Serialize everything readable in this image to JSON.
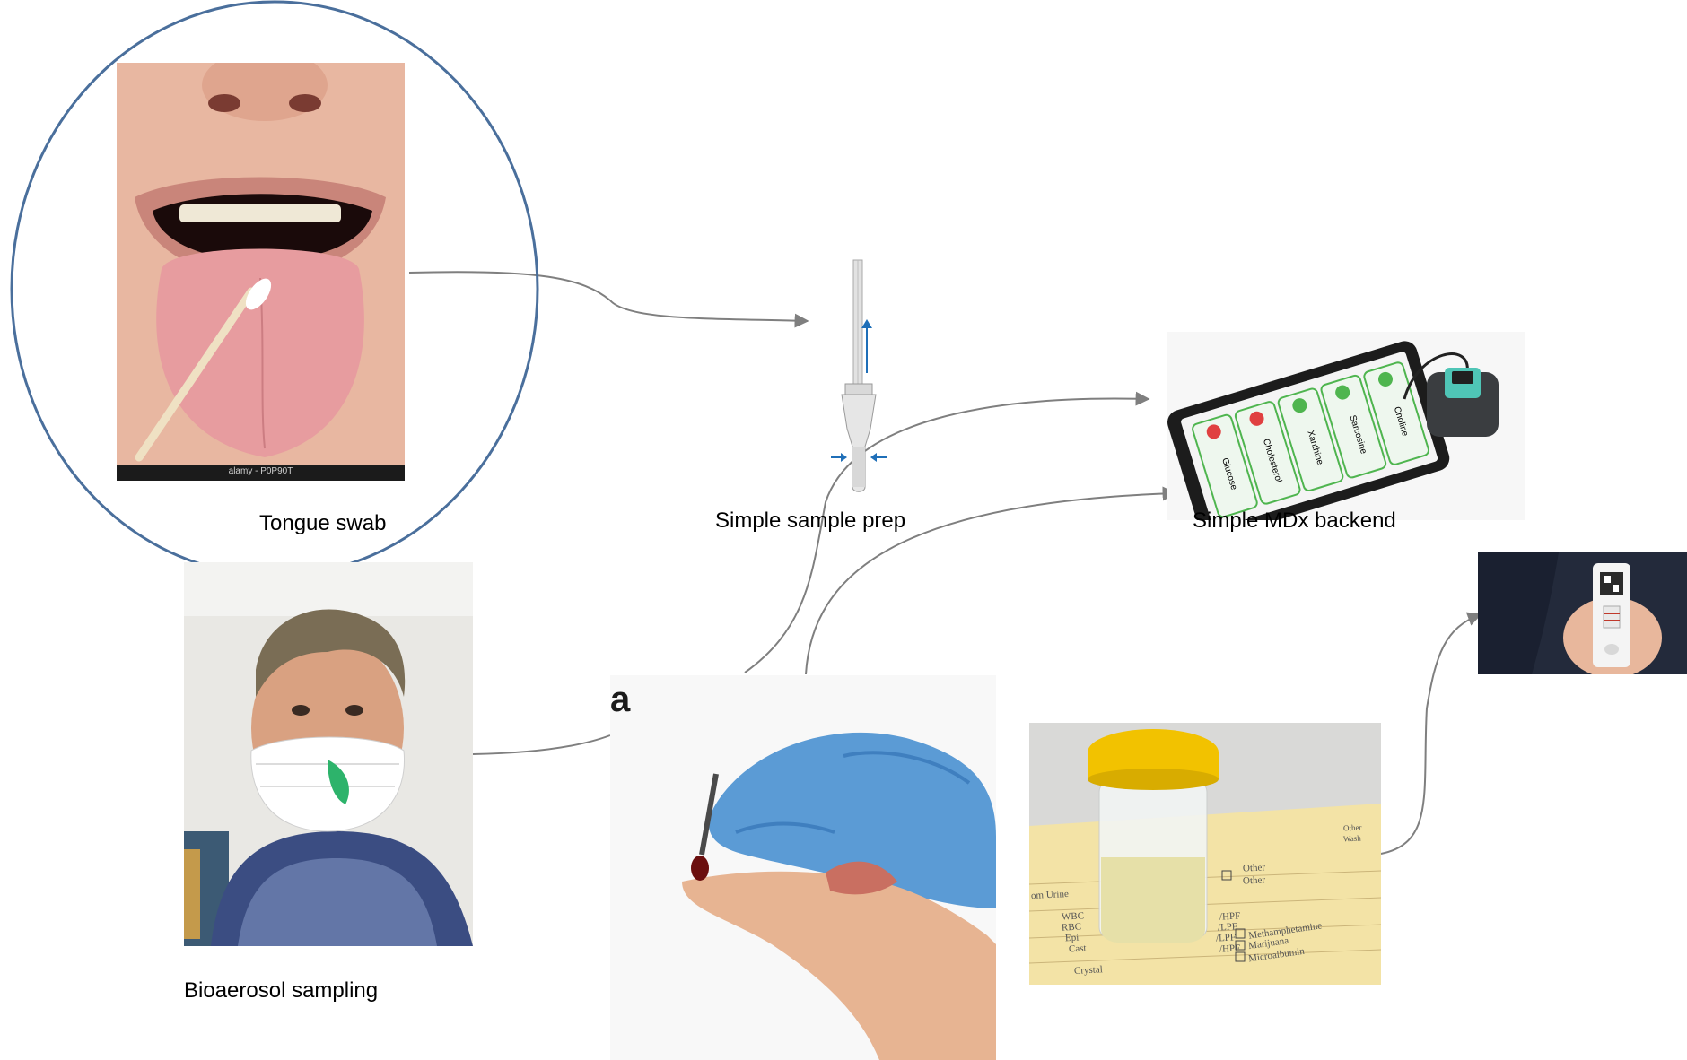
{
  "labels": {
    "tongue_swab": "Tongue swab",
    "sample_prep": "Simple sample prep",
    "mdx_backend": "Simple MDx backend",
    "bioaerosol": "Bioaerosol sampling",
    "panel_a": "a",
    "alamy": "alamy - P0P90T"
  },
  "tablet_tiles": [
    "Choline",
    "Sarcosine",
    "Xanthine",
    "Cholesterol",
    "Glucose"
  ],
  "urine_form": {
    "left_lines": [
      "om Urine",
      "WBC",
      "RBC",
      "Epi",
      "Cast",
      "Crystal"
    ],
    "right_lines": [
      "/HPF",
      "/LPF",
      "/LPF",
      "/HPF"
    ],
    "checkboxes": [
      "Other",
      "Other",
      "Methamphetamine",
      "Marijuana",
      "Microalbumin",
      "Other",
      "Wash"
    ]
  },
  "colors": {
    "circle": "#4a6f9c",
    "arrow": "#7f7f7f",
    "blue_arrow": "#1f6fb8",
    "glove": "#5b9bd5",
    "cap": "#f2c200",
    "form": "#f3e3a6"
  }
}
